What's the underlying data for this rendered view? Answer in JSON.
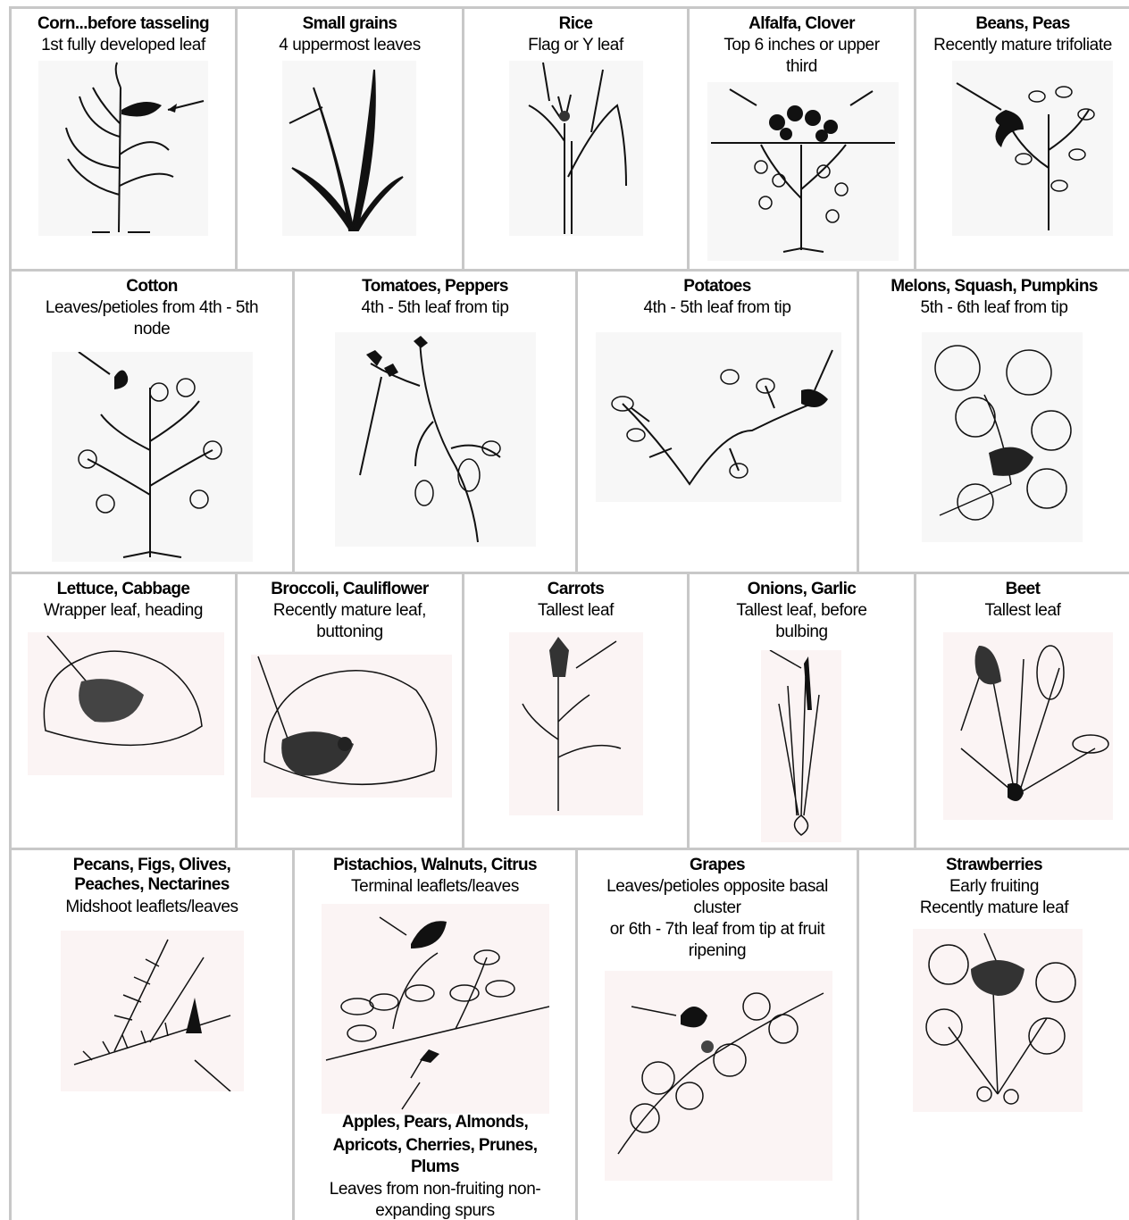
{
  "crops": [
    {
      "title": "Corn...before tasseling",
      "lines": [
        "1st fully developed leaf"
      ],
      "icon": "corn-plant-icon"
    },
    {
      "title": "Small grains",
      "lines": [
        "4 uppermost leaves"
      ],
      "icon": "small-grain-plant-icon"
    },
    {
      "title": "Rice",
      "lines": [
        "Flag or Y leaf"
      ],
      "icon": "rice-plant-icon"
    },
    {
      "title": "Alfalfa, Clover",
      "lines": [
        "Top 6 inches or upper",
        "third"
      ],
      "icon": "alfalfa-plant-icon"
    },
    {
      "title": "Beans, Peas",
      "lines": [
        "Recently mature trifoliate"
      ],
      "icon": "bean-plant-icon"
    },
    {
      "title": "Cotton",
      "lines": [
        "Leaves/petioles from 4th - 5th",
        "node"
      ],
      "icon": "cotton-plant-icon"
    },
    {
      "title": "Tomatoes, Peppers",
      "lines": [
        "4th - 5th leaf from tip"
      ],
      "icon": "tomato-plant-icon"
    },
    {
      "title": "Potatoes",
      "lines": [
        "4th - 5th leaf from tip"
      ],
      "icon": "potato-plant-icon"
    },
    {
      "title": "Melons, Squash, Pumpkins",
      "lines": [
        "5th - 6th leaf from tip"
      ],
      "icon": "melon-vine-icon"
    },
    {
      "title": "Lettuce, Cabbage",
      "lines": [
        "Wrapper leaf, heading"
      ],
      "icon": "lettuce-head-icon"
    },
    {
      "title": "Broccoli, Cauliflower",
      "lines": [
        "Recently mature leaf,",
        "buttoning"
      ],
      "icon": "broccoli-plant-icon"
    },
    {
      "title": "Carrots",
      "lines": [
        "Tallest leaf"
      ],
      "icon": "carrot-plant-icon"
    },
    {
      "title": "Onions, Garlic",
      "lines": [
        "Tallest leaf, before",
        "bulbing"
      ],
      "icon": "onion-plant-icon"
    },
    {
      "title": "Beet",
      "lines": [
        "Tallest leaf"
      ],
      "icon": "beet-plant-icon"
    },
    {
      "title": "Pecans, Figs, Olives,",
      "title2": "Peaches, Nectarines",
      "lines": [
        "Midshoot leaflets/leaves"
      ],
      "icon": "pecan-branch-icon"
    },
    {
      "title": "Pistachios, Walnuts, Citrus",
      "lines": [
        "Terminal leaflets/leaves"
      ],
      "icon": "walnut-branch-icon",
      "extra_title": [
        "Apples, Pears, Almonds,",
        "Apricots, Cherries, Prunes,",
        "Plums"
      ],
      "extra_lines": [
        "Leaves from non-fruiting non-",
        "expanding spurs"
      ]
    },
    {
      "title": "Grapes",
      "lines": [
        "Leaves/petioles opposite basal",
        "cluster",
        "or 6th - 7th leaf from tip at fruit",
        "ripening"
      ],
      "icon": "grape-vine-icon"
    },
    {
      "title": "Strawberries",
      "lines": [
        "Early fruiting",
        "Recently mature leaf"
      ],
      "icon": "strawberry-plant-icon"
    }
  ]
}
